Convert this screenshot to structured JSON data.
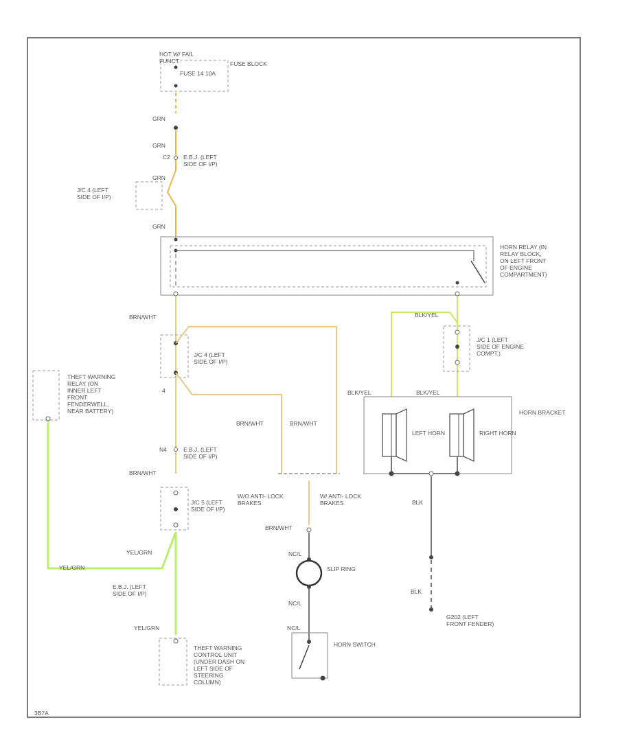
{
  "labels": {
    "fuse_header": "HOT W/ FAIL FUNCT.",
    "fuse_name": "FUSE 14 10A",
    "fuse_block": "FUSE BLOCK",
    "w_grn_1": "GRN",
    "w_grn_2": "GRN",
    "w_grn_3": "GRN",
    "w_grn_4": "GRN",
    "c_top": "C2",
    "eb_top": "E.B.J. (LEFT SIDE OF I/P)",
    "jc4_top": "J/C 4 (LEFT SIDE OF I/P)",
    "relay": "HORN RELAY (IN RELAY BLOCK, ON LEFT FRONT OF ENGINE COMPARTMENT)",
    "brnwht_1": "BRN/WHT",
    "jc4_mid": "J/C 4 (LEFT SIDE OF I/P)",
    "theft_relay": "THEFT WARNING RELAY (ON INNER LEFT FRONT FENDERWELL, NEAR BATTERY)",
    "brnwht_2": "BRN/WHT",
    "brnwht_3": "BRN/WHT",
    "eb_mid": "E.B.J. (LEFT SIDE OF I/P)",
    "c_mid": "N4",
    "brnwht_4": "BRN/WHT",
    "jc5": "J/C 5 (LEFT SIDE OF I/P)",
    "yelgrn_1": "YEL/GRN",
    "yelgrn_2": "YEL/GRN",
    "eb_low": "E.B.J. (LEFT SIDE OF I/P)",
    "yelgrn_3": "YEL/GRN",
    "theft_ctrl": "THEFT WARNING CONTROL UNIT (UNDER DASH ON LEFT SIDE OF STEERING COLUMN)",
    "wo_abs": "W/O ANTI- LOCK BRAKES",
    "w_abs": "W/ ANTI- LOCK BRAKES",
    "brnwht_5": "BRN/WHT",
    "nc_1": "NC/L",
    "slip_ring": "SLIP RING",
    "nc_2": "NC/L",
    "nc_3": "NC/L",
    "horn_switch": "HORN SWITCH",
    "blkyel_1": "BLK/YEL",
    "jc1": "J/C 1 (LEFT SIDE OF ENGINE COMPT.)",
    "blkyel_2": "BLK/YEL",
    "blkyel_3": "BLK/YEL",
    "horn_bracket": "HORN BRACKET",
    "left_horn": "LEFT HORN",
    "right_horn": "RIGHT HORN",
    "blk_1": "BLK",
    "blk_2": "BLK",
    "ground": "G202 (LEFT FRONT FENDER)",
    "corner_id": "3B7A"
  }
}
